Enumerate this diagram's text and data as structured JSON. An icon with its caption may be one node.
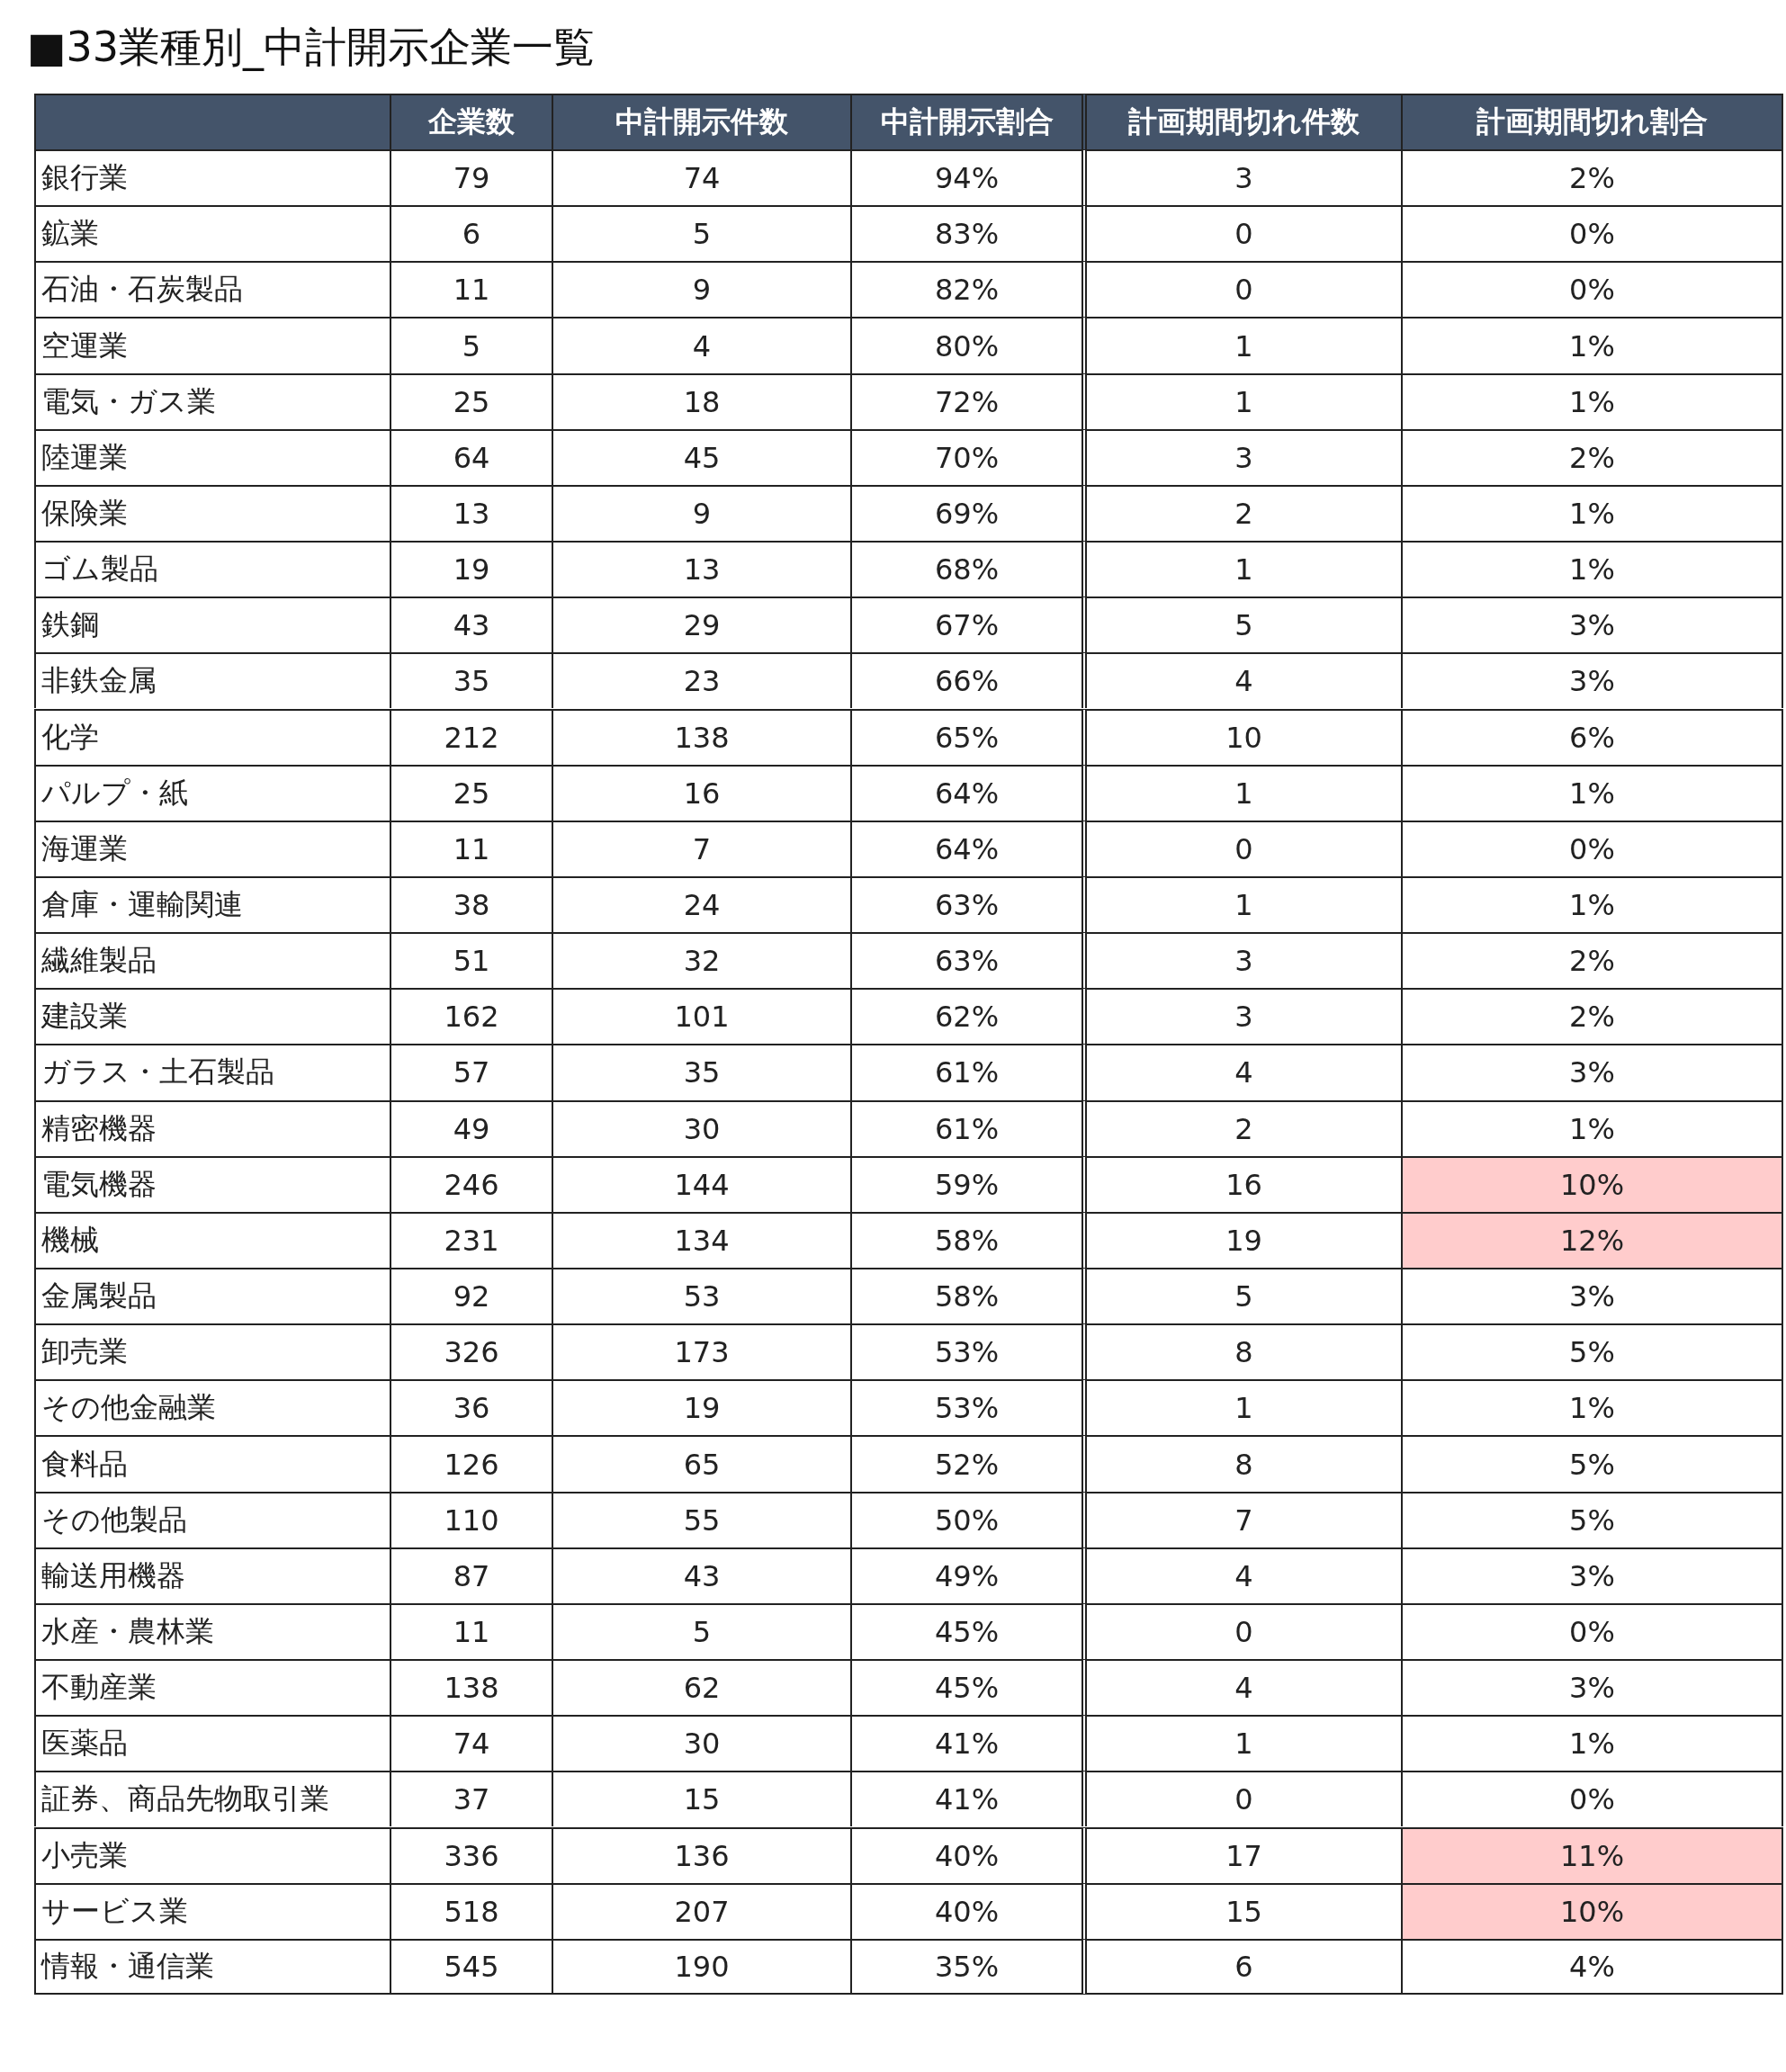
{
  "diagram": {
    "title": "■33業種別_中計開示企業一覧",
    "labels": [
      "企業数",
      "中計開示件数",
      "中計開示割合",
      "計画期間切れ件数",
      "計画期間切れ割合",
      "銀行業",
      "79",
      "74",
      "94%",
      "3",
      "2%",
      "鉱業",
      "6",
      "5",
      "83%",
      "0",
      "0%",
      "石油・石炭製品",
      "11",
      "9",
      "82%",
      "0",
      "0%",
      "空運業",
      "5",
      "4",
      "80%",
      "1",
      "1%",
      "電気・ガス業",
      "25",
      "18",
      "72%",
      "1",
      "1%",
      "陸運業",
      "64",
      "45",
      "70%",
      "3",
      "2%",
      "保険業",
      "13",
      "9",
      "69%",
      "2",
      "1%",
      "ゴム製品",
      "19",
      "13",
      "68%",
      "1",
      "1%",
      "鉄鋼",
      "43",
      "29",
      "67%",
      "5",
      "3%",
      "非鉄金属",
      "35",
      "23",
      "66%",
      "4",
      "3%",
      "化学",
      "212",
      "138",
      "65%",
      "10",
      "6%",
      "パルプ・紙",
      "25",
      "16",
      "64%",
      "1",
      "1%",
      "海運業",
      "11",
      "7",
      "64%",
      "0",
      "0%",
      "倉庫・運輸関連",
      "38",
      "24",
      "63%",
      "1",
      "1%",
      "繊維製品",
      "51",
      "32",
      "63%",
      "3",
      "2%",
      "建設業",
      "162",
      "101",
      "62%",
      "3",
      "2%",
      "ガラス・土石製品",
      "57",
      "35",
      "61%",
      "4",
      "3%",
      "精密機器",
      "49",
      "30",
      "61%",
      "2",
      "1%",
      "電気機器",
      "246",
      "144",
      "59%",
      "16",
      "10%",
      "機械",
      "231",
      "134",
      "58%",
      "19",
      "12%",
      "金属製品",
      "92",
      "53",
      "58%",
      "5",
      "3%",
      "卸売業",
      "326",
      "173",
      "53%",
      "8",
      "5%",
      "その他金融業",
      "36",
      "19",
      "53%",
      "1",
      "1%",
      "食料品",
      "126",
      "65",
      "52%",
      "8",
      "5%",
      "その他製品",
      "110",
      "55",
      "50%",
      "7",
      "5%",
      "輸送用機器",
      "87",
      "43",
      "49%",
      "4",
      "3%",
      "水産・農林業",
      "11",
      "5",
      "45%",
      "0",
      "0%",
      "不動産業",
      "138",
      "62",
      "45%",
      "4",
      "3%",
      "医薬品",
      "74",
      "30",
      "41%",
      "1",
      "1%",
      "証券、商品先物取引業",
      "37",
      "15",
      "41%",
      "0",
      "0%",
      "小売業",
      "336",
      "136",
      "40%",
      "17",
      "11%",
      "サービス業",
      "518",
      "207",
      "40%",
      "15",
      "10%",
      "情報・通信業",
      "545",
      "190",
      "35%",
      "6",
      "4%"
    ]
  }
}
